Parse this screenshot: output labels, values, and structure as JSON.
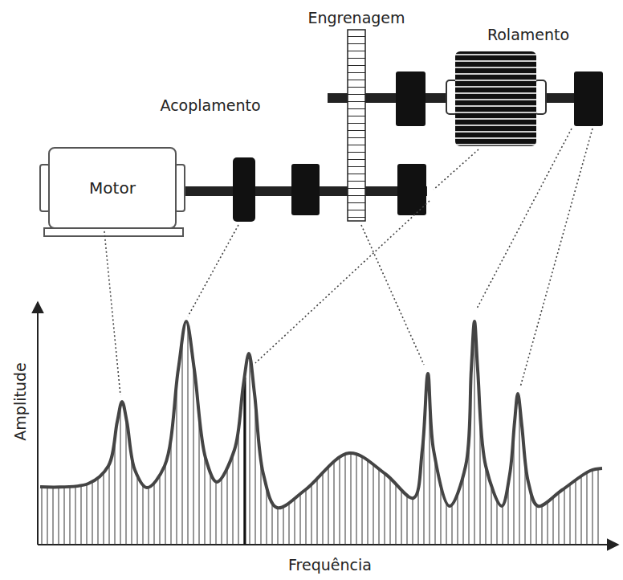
{
  "diagram": {
    "nodes": [
      {
        "text": [
          "Motor"
        ]
      }
    ],
    "labels": [
      "Engrenagem",
      "Rolamento",
      "Acoplamento",
      "Amplitude",
      "Frequência"
    ]
  }
}
